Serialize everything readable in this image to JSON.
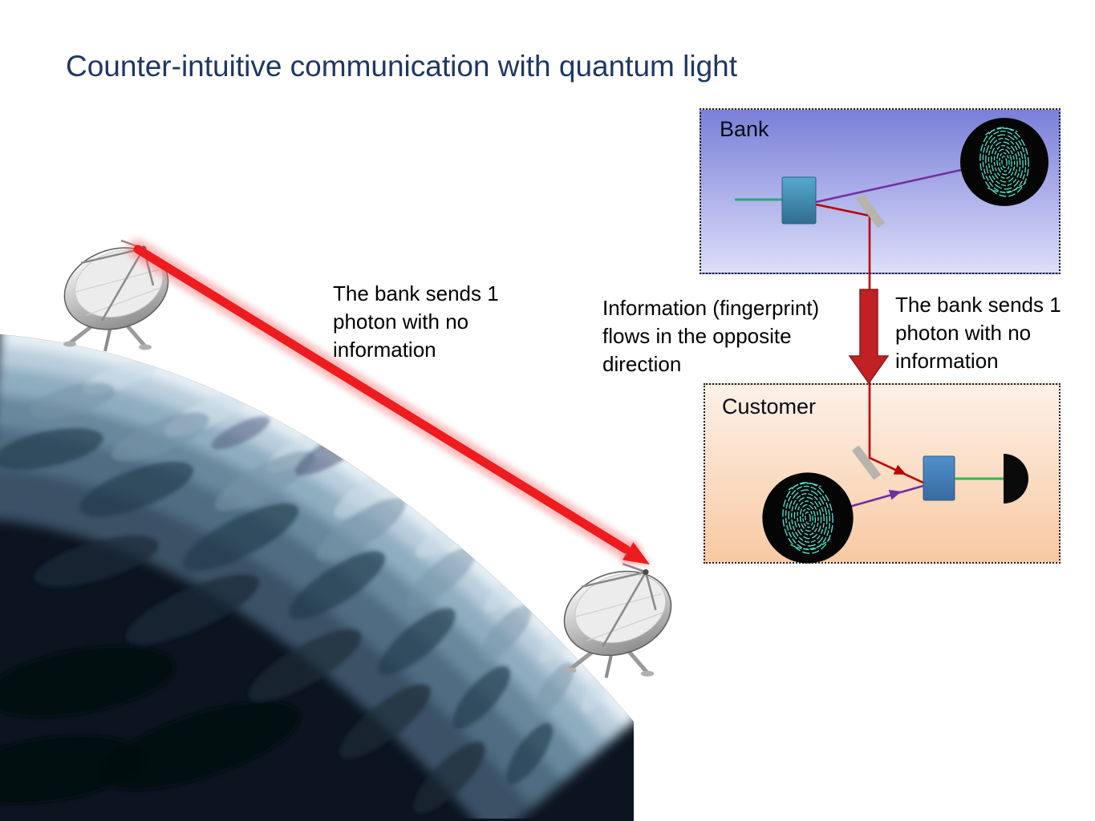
{
  "slide": {
    "title": "Counter-intuitive communication with quantum light"
  },
  "bank_panel": {
    "label": "Bank"
  },
  "customer_panel": {
    "label": "Customer"
  },
  "annotations": {
    "uplink": "The bank sends 1 photon with no information",
    "counterflow": "Information (fingerprint) flows in the opposite direction",
    "downlink": "The bank sends 1 photon with no information"
  },
  "icons": [
    "satellite-dish-icon",
    "laser-beam-arrow-icon",
    "fingerprint-icon",
    "beam-splitter-icon",
    "mirror-icon",
    "photon-detector-icon",
    "block-down-arrow-icon",
    "earth-illustration"
  ],
  "colors": {
    "title_blue": "#1f3864",
    "annotation_black": "#000000",
    "beam_red": "#ee1c1e",
    "beam_glow": "#ff5a5a",
    "photon_red": "#c00000",
    "violet_beam": "#7030a0",
    "green_input": "#2aa57f",
    "green_output": "#2eb84c",
    "block_arrow_red": "#bf2125",
    "block_arrow_edge": "#8f191c",
    "mirror_gray": "#b7b4ac",
    "fingerprint_cyan": "#4fe5cd",
    "splitter_bank_top": "#55a9cd",
    "splitter_bank_bottom": "#2f6d90",
    "splitter_customer_top": "#4f90cc",
    "splitter_customer_bottom": "#3a6aa0",
    "panel_bank_top": "#7a7fd9",
    "panel_bank_bottom": "#dcdef8",
    "panel_customer_top": "#fdf1e8",
    "panel_customer_bottom": "#f8c9a2",
    "panel_border": "#1a1a1a"
  }
}
